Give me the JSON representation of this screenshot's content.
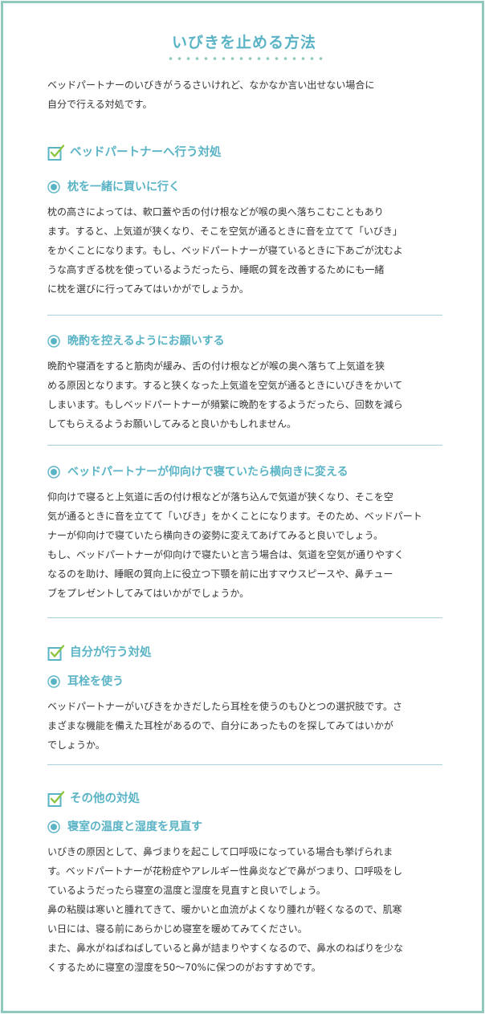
{
  "title": "いびきを止める方法",
  "intro": "ベッドパートナーのいびきがうるさいけれど、なかなか言い出せない場合に\n自分で行える対処です。",
  "sections": [
    {
      "heading": "ベッドパートナーへ行う対処",
      "items": [
        {
          "heading": "枕を一緒に買いに行く",
          "body": "枕の高さによっては、軟口蓋や舌の付け根などが喉の奥へ落ちこむこともあり\nます。すると、上気道が狭くなり、そこを空気が通るときに音を立てて「いびき」\nをかくことになります。もし、ベッドパートナーが寝ているときに下あごが沈むよ\nうな高すぎる枕を使っているようだったら、睡眠の質を改善するためにも一緒\nに枕を選びに行ってみてはいかがでしょうか。"
        },
        {
          "heading": "晩酌を控えるようにお願いする",
          "body": "晩酌や寝酒をすると筋肉が緩み、舌の付け根などが喉の奥へ落ちて上気道を狭\nめる原因となります。すると狭くなった上気道を空気が通るときにいびきをかいて\nしまいます。もしベッドパートナーが頻繁に晩酌をするようだったら、回数を減ら\nしてもらえるようお願いしてみると良いかもしれません。"
        },
        {
          "heading": "ベッドパートナーが仰向けで寝ていたら横向きに変える",
          "body": "仰向けで寝ると上気道に舌の付け根などが落ち込んで気道が狭くなり、そこを空\n気が通るときに音を立てて「いびき」をかくことになります。そのため、ベッドパート\nナーが仰向けで寝ていたら横向きの姿勢に変えてあげてみると良いでしょう。\nもし、ベッドパートナーが仰向けで寝たいと言う場合は、気道を空気が通りやすく\nなるのを助け、睡眠の質向上に役立つ下顎を前に出すマウスピースや、鼻チュー\nブをプレゼントしてみてはいかがでしょうか。"
        }
      ]
    },
    {
      "heading": "自分が行う対処",
      "items": [
        {
          "heading": "耳栓を使う",
          "body": "ベッドパートナーがいびきをかきだしたら耳栓を使うのもひとつの選択肢です。さ\nまざまな機能を備えた耳栓があるので、自分にあったものを探してみてはいかが\nでしょうか。"
        }
      ]
    },
    {
      "heading": "その他の対処",
      "items": [
        {
          "heading": "寝室の温度と湿度を見直す",
          "body": "いびきの原因として、鼻づまりを起こして口呼吸になっている場合も挙げられま\nす。ベッドパートナーが花粉症やアレルギー性鼻炎などで鼻がつまり、口呼吸をし\nているようだったら寝室の温度と湿度を見直すと良いでしょう。\n鼻の粘膜は寒いと腫れてきて、暖かいと血流がよくなり腫れが軽くなるので、肌寒\nい日には、寝る前にあらかじめ寝室を暖めてみてください。\nまた、鼻水がねばねばしていると鼻が詰まりやすくなるので、鼻水のねばりを少な\nくするために寝室の湿度を50〜70%に保つのがおすすめです。"
        }
      ]
    }
  ],
  "icons": {
    "section": "checkbox-check-icon",
    "item": "circle-bullet-icon"
  },
  "colors": {
    "accent": "#5ab4c5",
    "border": "#8fc9bd",
    "check": "#8cc63f",
    "divider": "#a8d2dc",
    "text": "#333333"
  }
}
